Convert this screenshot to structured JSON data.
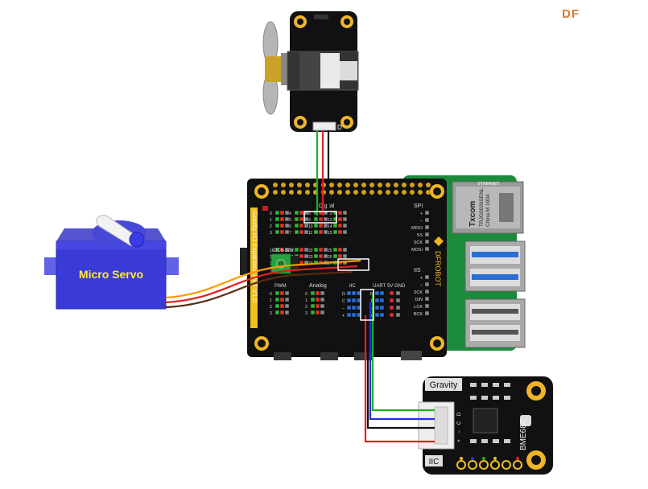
{
  "corner_mark": "DF",
  "servo": {
    "label": "Micro Servo"
  },
  "fan": {
    "pin_label": "D"
  },
  "hat": {
    "title": "Gravity I/O Expansion HAT V1.0",
    "brand": "DFROBOT",
    "digital_label": "Digital",
    "spi_label": "SPI",
    "spi_pins": [
      "+",
      "−",
      "MISO",
      "SS",
      "SCK",
      "MOSI"
    ],
    "iis_label": "IIS",
    "iis_pins": [
      "+",
      "−",
      "SCK",
      "DIN",
      "LCK",
      "BCK"
    ],
    "power_label": "DC6-12V",
    "pwm_label": "PWM",
    "analog_label": "Analog",
    "iic_label": "IIC",
    "uart_label": "UART",
    "fivev_label": "5V GND",
    "digital_numbers_top": [
      "0",
      "1",
      "2",
      "3",
      "4",
      "5",
      "6",
      "7",
      "8",
      "9",
      "10",
      "11",
      "12",
      "13",
      "14",
      "15"
    ],
    "digital_numbers_bottom": [
      "16",
      "17",
      "18",
      "19",
      "20",
      "21",
      "22",
      "23",
      "24",
      "25",
      "26",
      "27"
    ],
    "pwm_numbers": [
      "0",
      "1",
      "2",
      "3"
    ],
    "analog_numbers": [
      "0",
      "1",
      "2",
      "3"
    ],
    "iic_pins": [
      "D",
      "C",
      "−",
      "+"
    ],
    "uart_pins": [
      "R",
      "T",
      "−",
      "+"
    ]
  },
  "pi": {
    "ethernet": "ETHERNET",
    "chip_brand": "Txcom",
    "chip_part": "TRJG0926SENL",
    "chip_origin": "China M 1904"
  },
  "bme": {
    "badge": "Gravity",
    "name": "BME680",
    "bus": "IIC",
    "pins": [
      "+",
      "−",
      "C",
      "D"
    ]
  },
  "colors": {
    "wire_green": "#1db31d",
    "wire_red": "#e02020",
    "wire_black": "#111111",
    "wire_blue": "#2030e0",
    "wire_orange": "#ff9900",
    "wire_brown": "#5a2a10",
    "servo_blue": "#3a3ad8",
    "servo_label": "#ffeb3b",
    "pcb": "#111111",
    "pi_green": "#1b8a3a",
    "corner": "#e0782a"
  }
}
